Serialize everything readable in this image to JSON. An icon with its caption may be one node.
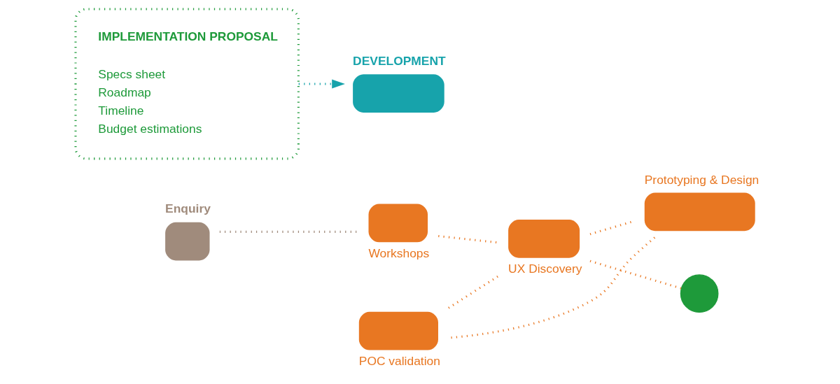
{
  "diagram": {
    "nodes": [
      {
        "text": [
          "Enquiry"
        ]
      },
      {
        "text": [
          "Workshops"
        ]
      },
      {
        "text": [
          "UX Discovery"
        ]
      },
      {
        "text": [
          "Prototyping & Design"
        ]
      },
      {
        "text": [
          "POC validation"
        ]
      },
      {
        "text": [],
        "shape": "circle"
      },
      {
        "text": [
          "IMPLEMENTATION PROPOSAL",
          "Specs sheet",
          "Roadmap",
          "Timeline",
          "Budget estimations"
        ]
      },
      {
        "text": [
          "DEVELOPMENT"
        ]
      }
    ],
    "edges": [
      {
        "from": 0,
        "to": 1,
        "arrow": "none",
        "color": "#a08b7c"
      },
      {
        "from": 1,
        "to": 2,
        "arrow": "none"
      },
      {
        "from": 2,
        "to": 3,
        "arrow": "none"
      },
      {
        "from": 3,
        "to": 4,
        "arrow": "none"
      },
      {
        "from": 4,
        "to": 2,
        "arrow": "none"
      },
      {
        "from": 2,
        "to": 5,
        "arrow": "none"
      },
      {
        "from": 6,
        "to": 7,
        "arrow": "to",
        "color": "#17a3ab"
      }
    ]
  }
}
